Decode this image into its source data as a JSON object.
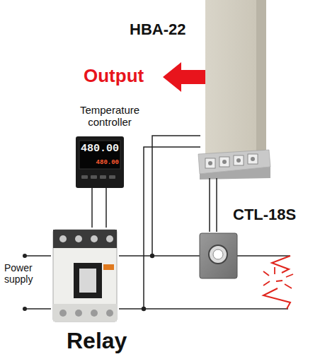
{
  "diagram": {
    "nodes": [
      {
        "text": [
          "HBA-22"
        ]
      },
      {
        "text": [
          "Temperature controller"
        ]
      },
      {
        "text": [
          "CTL-18S"
        ]
      },
      {
        "text": [
          "Relay"
        ]
      }
    ],
    "edges": [
      {
        "from": 1,
        "to": 3,
        "arrow": "none"
      },
      {
        "from": 0,
        "to": 2,
        "arrow": "none"
      },
      {
        "from": 3,
        "to": 2,
        "arrow": "none"
      }
    ],
    "labels": [
      "Output",
      "480.00",
      "480.00",
      "Power supply"
    ]
  }
}
